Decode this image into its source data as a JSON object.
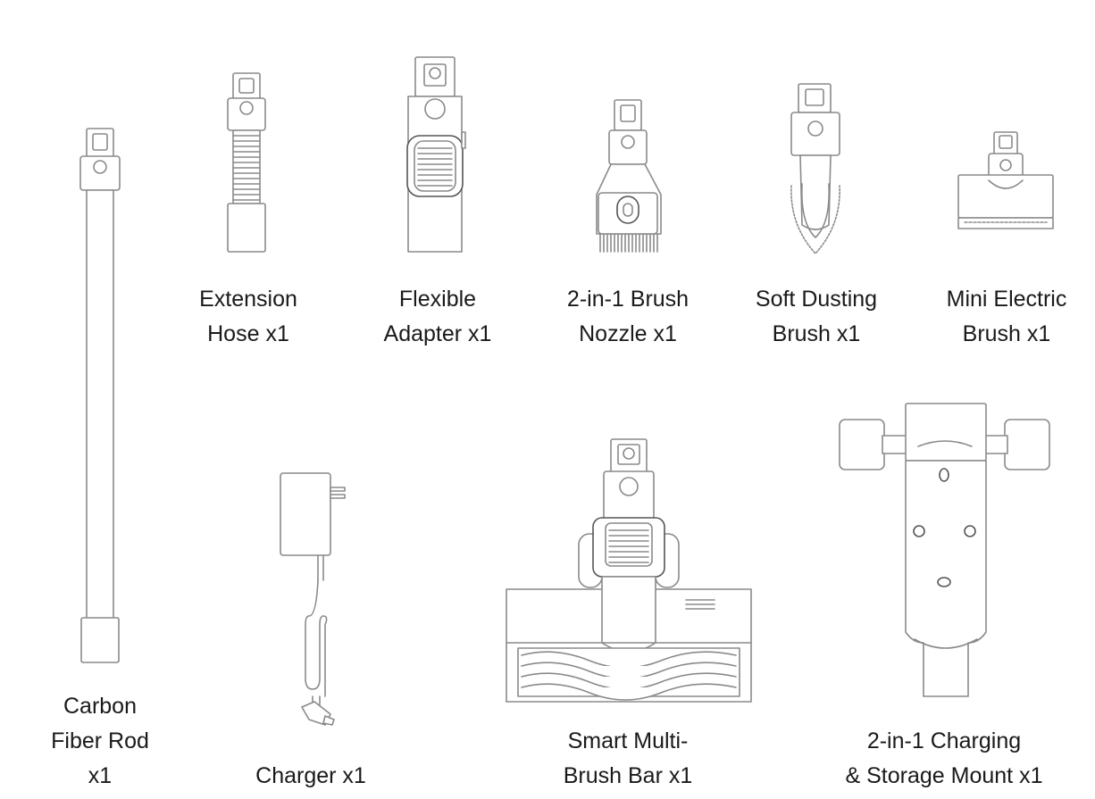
{
  "items": [
    {
      "id": "carbon-fiber-rod",
      "lines": [
        "Carbon",
        "Fiber Rod",
        "x1"
      ]
    },
    {
      "id": "extension-hose",
      "lines": [
        "Extension",
        "Hose x1"
      ]
    },
    {
      "id": "flexible-adapter",
      "lines": [
        "Flexible",
        "Adapter x1"
      ]
    },
    {
      "id": "brush-nozzle",
      "lines": [
        "2-in-1 Brush",
        "Nozzle x1"
      ]
    },
    {
      "id": "soft-dusting-brush",
      "lines": [
        "Soft Dusting",
        "Brush x1"
      ]
    },
    {
      "id": "mini-electric-brush",
      "lines": [
        "Mini Electric",
        "Brush x1"
      ]
    },
    {
      "id": "charger",
      "lines": [
        "Charger x1"
      ]
    },
    {
      "id": "multi-brush-bar",
      "lines": [
        "Smart Multi-",
        "Brush Bar x1"
      ]
    },
    {
      "id": "charging-mount",
      "lines": [
        "2-in-1 Charging",
        "& Storage Mount x1"
      ]
    }
  ]
}
